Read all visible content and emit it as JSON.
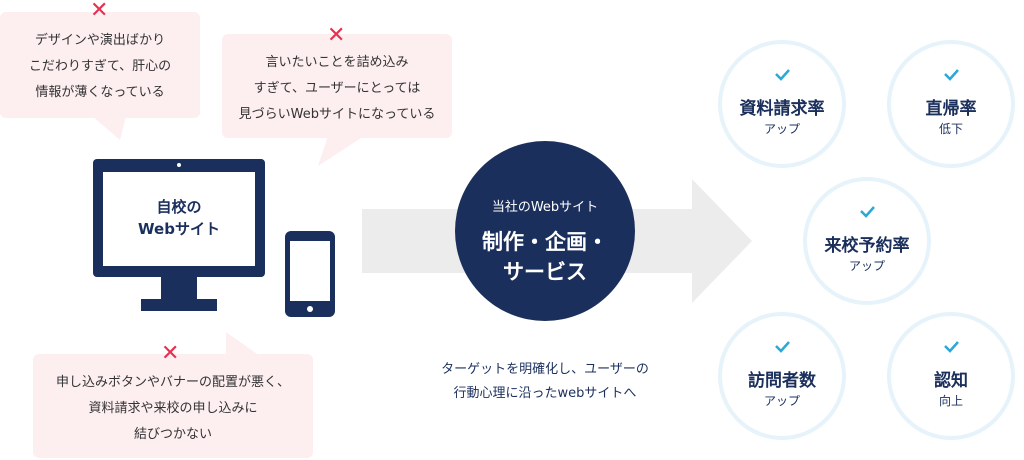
{
  "problems": [
    {
      "lines": [
        "デザインや演出ばかり",
        "こだわりすぎて、肝心の",
        "情報が薄くなっている"
      ]
    },
    {
      "lines": [
        "言いたいことを詰め込み",
        "すぎて、ユーザーにとっては",
        "見づらいWebサイトになっている"
      ]
    },
    {
      "lines": [
        "申し込みボタンやバナーの配置が悪く、",
        "資料請求や来校の申し込みに",
        "結びつかない"
      ]
    }
  ],
  "monitor": {
    "line1": "自校の",
    "line2": "Webサイト"
  },
  "center": {
    "top": "当社のWebサイト",
    "main1": "制作・企画・",
    "main2": "サービス"
  },
  "caption": {
    "line1": "ターゲットを明確化し、ユーザーの",
    "line2": "行動心理に沿ったwebサイトへ"
  },
  "outcomes": [
    {
      "title": "資料請求率",
      "sub": "アップ"
    },
    {
      "title": "直帰率",
      "sub": "低下"
    },
    {
      "title": "来校予約率",
      "sub": "アップ"
    },
    {
      "title": "訪問者数",
      "sub": "アップ"
    },
    {
      "title": "認知",
      "sub": "向上"
    }
  ],
  "colors": {
    "navy": "#1b2f5c",
    "pink": "#fdeef0",
    "red": "#e8304f",
    "teal": "#2aa8d8",
    "ring": "#e6f3fa",
    "arrow": "#ececec"
  }
}
